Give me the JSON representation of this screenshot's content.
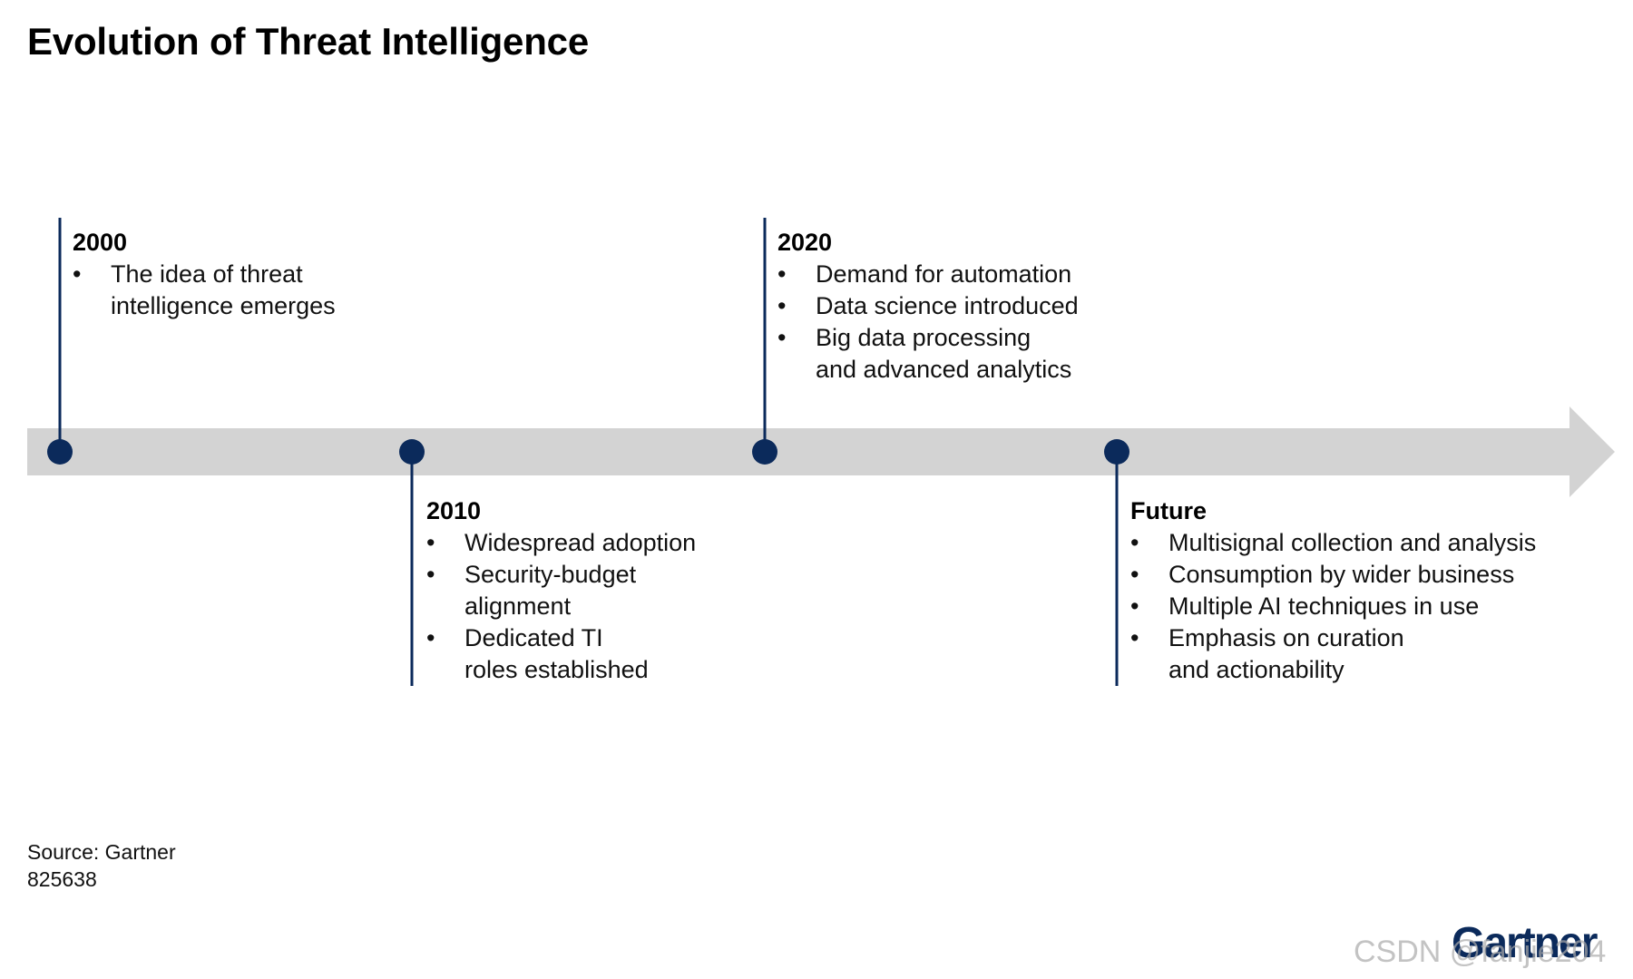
{
  "title": "Evolution of Threat Intelligence",
  "colors": {
    "arrow": "#d3d3d3",
    "marker": "#0b2a5b",
    "text": "#111111"
  },
  "events": [
    {
      "year": "2000",
      "side": "above",
      "bullets": [
        "The idea of threat\nintelligence emerges"
      ]
    },
    {
      "year": "2010",
      "side": "below",
      "bullets": [
        "Widespread adoption",
        "Security-budget\nalignment",
        "Dedicated TI\nroles established"
      ]
    },
    {
      "year": "2020",
      "side": "above",
      "bullets": [
        "Demand for automation",
        "Data science introduced",
        "Big data processing\nand advanced analytics"
      ]
    },
    {
      "year": "Future",
      "side": "below",
      "bullets": [
        "Multisignal collection and analysis",
        "Consumption by wider business",
        "Multiple AI techniques in use",
        "Emphasis on curation\nand actionability"
      ]
    }
  ],
  "source": {
    "line1": "Source: Gartner",
    "line2": "825638"
  },
  "logo": "Gartner",
  "watermark": "CSDN @fanjie204"
}
